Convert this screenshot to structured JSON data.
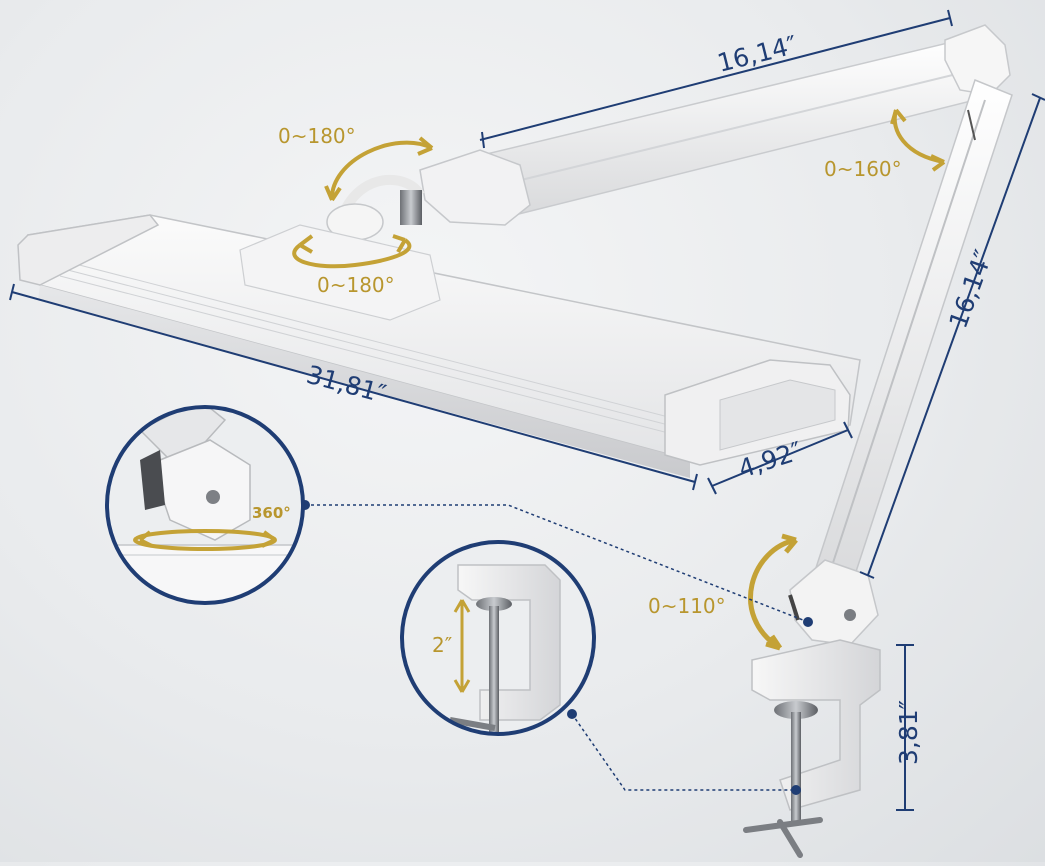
{
  "measurements": {
    "upper_arm": "16,14″",
    "lower_arm": "16,14″",
    "head_length": "31,81″",
    "head_width": "4,92″",
    "clamp_height": "3,81″",
    "clamp_opening": "2″"
  },
  "angles": {
    "head_tilt": "0~180°",
    "head_rotate": "0~180°",
    "elbow": "0~160°",
    "base_joint": "0~110°",
    "swivel": "360°"
  },
  "colors": {
    "dimension_blue": "#1f3d74",
    "angle_gold": "#c4a236",
    "lamp_white": "#f2f2f2"
  }
}
